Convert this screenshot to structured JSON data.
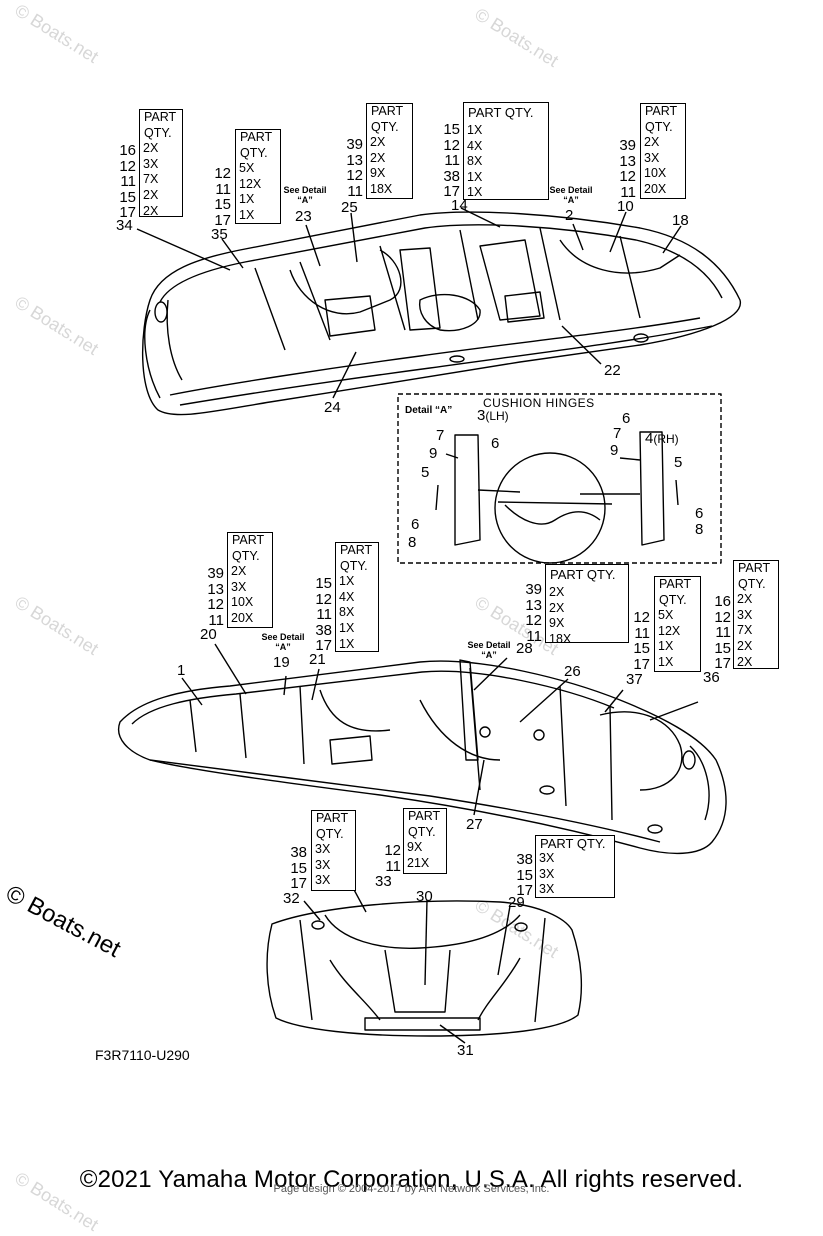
{
  "watermark": "© Boats.net",
  "figure_code": "F3R7110-U290",
  "copyright": "©2021 Yamaha Motor Corporation, U.S.A. All rights reserved.",
  "page_design": "Page design © 2004-2017 by ARI Network Services, Inc.",
  "see_detail": "See Detail",
  "detail_a": "“A”",
  "detail_box": {
    "title": "CUSHION HINGES",
    "label": "Detail “A”",
    "lh": "(LH)",
    "rh": "(RH)"
  },
  "callouts": {
    "c1": "1",
    "c2": "2",
    "c3": "3",
    "c4": "4",
    "c5a": "5",
    "c5b": "5",
    "c6a": "6",
    "c6b": "6",
    "c6c": "6",
    "c6d": "6",
    "c7a": "7",
    "c7b": "7",
    "c8a": "8",
    "c8b": "8",
    "c9a": "9",
    "c9b": "9",
    "c10": "10",
    "c14": "14",
    "c18": "18",
    "c19": "19",
    "c20": "20",
    "c21": "21",
    "c22": "22",
    "c23": "23",
    "c24": "24",
    "c25": "25",
    "c26": "26",
    "c27": "27",
    "c28": "28",
    "c29": "29",
    "c30": "30",
    "c31": "31",
    "c32": "32",
    "c33": "33",
    "c34": "34",
    "c35": "35",
    "c36": "36",
    "c37": "37"
  },
  "tables": {
    "t1": {
      "header": [
        "PART",
        "QTY."
      ],
      "parts": [
        "16",
        "12",
        "11",
        "15",
        "17"
      ],
      "qty": [
        "2X",
        "3X",
        "7X",
        "2X",
        "2X"
      ]
    },
    "t2": {
      "header": [
        "PART",
        "QTY."
      ],
      "parts": [
        "12",
        "11",
        "15",
        "17"
      ],
      "qty": [
        "5X",
        "12X",
        "1X",
        "1X"
      ]
    },
    "t3": {
      "header": [
        "PART",
        "QTY."
      ],
      "parts": [
        "39",
        "13",
        "12",
        "11"
      ],
      "qty": [
        "2X",
        "2X",
        "9X",
        "18X"
      ]
    },
    "t4": {
      "header": [
        "PART QTY."
      ],
      "parts": [
        "15",
        "12",
        "11",
        "38",
        "17"
      ],
      "qty": [
        "1X",
        "4X",
        "8X",
        "1X",
        "1X"
      ]
    },
    "t5": {
      "header": [
        "PART",
        "QTY."
      ],
      "parts": [
        "39",
        "13",
        "12",
        "11"
      ],
      "qty": [
        "2X",
        "3X",
        "10X",
        "20X"
      ]
    },
    "t6": {
      "header": [
        "PART",
        "QTY."
      ],
      "parts": [
        "39",
        "13",
        "12",
        "11"
      ],
      "qty": [
        "2X",
        "3X",
        "10X",
        "20X"
      ]
    },
    "t7": {
      "header": [
        "PART",
        "QTY."
      ],
      "parts": [
        "15",
        "12",
        "11",
        "38",
        "17"
      ],
      "qty": [
        "1X",
        "4X",
        "8X",
        "1X",
        "1X"
      ]
    },
    "t8": {
      "header": [
        "PART QTY."
      ],
      "parts": [
        "39",
        "13",
        "12",
        "11"
      ],
      "qty": [
        "2X",
        "2X",
        "9X",
        "18X"
      ]
    },
    "t9": {
      "header": [
        "PART",
        "QTY."
      ],
      "parts": [
        "12",
        "11",
        "15",
        "17"
      ],
      "qty": [
        "5X",
        "12X",
        "1X",
        "1X"
      ]
    },
    "t10": {
      "header": [
        "PART",
        "QTY."
      ],
      "parts": [
        "16",
        "12",
        "11",
        "15",
        "17"
      ],
      "qty": [
        "2X",
        "3X",
        "7X",
        "2X",
        "2X"
      ]
    },
    "t11": {
      "header": [
        "PART",
        "QTY."
      ],
      "parts": [
        "38",
        "15",
        "17"
      ],
      "qty": [
        "3X",
        "3X",
        "3X"
      ]
    },
    "t12": {
      "header": [
        "PART",
        "QTY."
      ],
      "parts": [
        "12",
        "11"
      ],
      "qty": [
        "9X",
        "21X"
      ]
    },
    "t13": {
      "header": [
        "PART QTY."
      ],
      "parts": [
        "38",
        "15",
        "17"
      ],
      "qty": [
        "3X",
        "3X",
        "3X"
      ]
    }
  }
}
